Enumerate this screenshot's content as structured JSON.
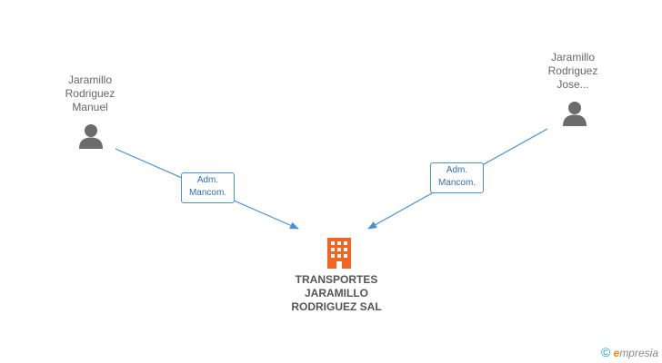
{
  "persons": [
    {
      "name_lines": [
        "Jaramillo",
        "Rodriguez",
        "Manuel"
      ]
    },
    {
      "name_lines": [
        "Jaramillo",
        "Rodriguez",
        "Jose..."
      ]
    }
  ],
  "roles": [
    {
      "line1": "Adm.",
      "line2": "Mancom."
    },
    {
      "line1": "Adm.",
      "line2": "Mancom."
    }
  ],
  "company": {
    "name_lines": [
      "TRANSPORTES",
      "JARAMILLO",
      "RODRIGUEZ SAL"
    ]
  },
  "watermark": {
    "symbol": "©",
    "brand_initial": "e",
    "brand_rest": "mpresia"
  },
  "colors": {
    "edge": "#4a90d9",
    "person": "#6b6b6b",
    "company": "#f26522"
  },
  "icons": {
    "person": "person-icon",
    "company": "building-icon"
  }
}
